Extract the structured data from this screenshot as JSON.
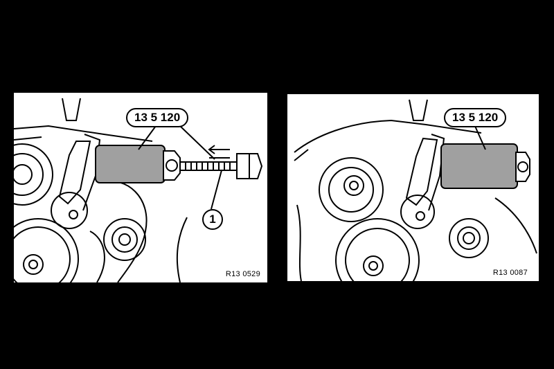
{
  "panels": [
    {
      "tool_number": "13 5 120",
      "callout": "1",
      "reference": "R13 0529"
    },
    {
      "tool_number": "13 5 120",
      "reference": "R13 0087"
    }
  ],
  "colors": {
    "background": "#000000",
    "tool_fill": "#a0a0a0",
    "line": "#000000"
  }
}
